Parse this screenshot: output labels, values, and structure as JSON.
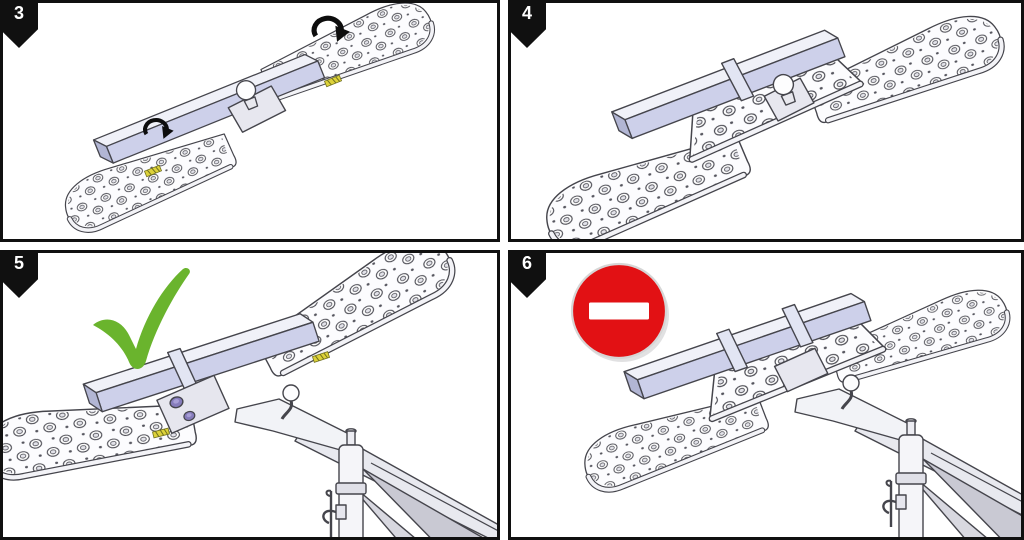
{
  "figure": {
    "panels": [
      {
        "step": "3",
        "description": "Fold both perforated step wings of the crossbar assembly (rotation arrows)",
        "icons": [
          "rotation-arrow-icon",
          "rotation-arrow-icon"
        ]
      },
      {
        "step": "4",
        "description": "Step assembly shown unfolded flat with square crossbar tube and tow ball"
      },
      {
        "step": "5",
        "description": "Correct: folded V-shaped step assembly mounted on trailer coupling with jockey wheel post",
        "icons": [
          "check-icon"
        ]
      },
      {
        "step": "6",
        "description": "Wrong: unfolded flat step assembly mounted on trailer coupling",
        "icons": [
          "no-entry-icon"
        ]
      }
    ]
  },
  "colors": {
    "panel_border": "#101010",
    "badge_background": "#101010",
    "badge_text": "#ffffff",
    "line_art_outline": "#45454c",
    "tube_lavender": "#cdd0ea",
    "tube_inner": "#b2b6d4",
    "metal_white": "#f5f5f9",
    "check_green": "#6ab42d",
    "sign_red": "#e21114",
    "sign_bar_white": "#ffffff",
    "arrow_black": "#0d0d0d",
    "sticker_yellow": "#ddd23a",
    "knob_purple": "#867cbb"
  }
}
